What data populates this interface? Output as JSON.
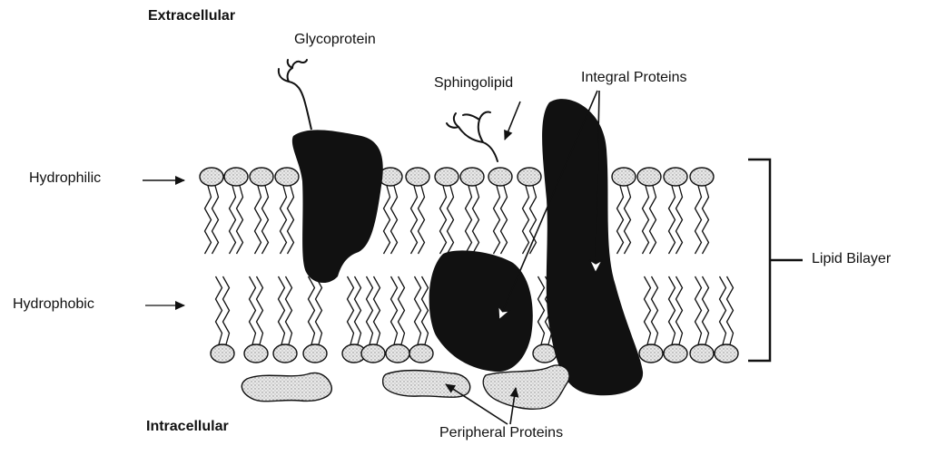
{
  "labels": {
    "extracellular": "Extracellular",
    "intracellular": "Intracellular",
    "glycoprotein": "Glycoprotein",
    "sphingolipid": "Sphingolipid",
    "integral_proteins": "Integral Proteins",
    "hydrophilic": "Hydrophilic",
    "hydrophobic": "Hydrophobic",
    "lipid_bilayer": "Lipid Bilayer",
    "peripheral_proteins": "Peripheral Proteins"
  },
  "colors": {
    "ink": "#111111",
    "head_fill": "#e6e6e6",
    "protein_fill": "#111111",
    "peripheral_fill": "#eeeeee"
  }
}
